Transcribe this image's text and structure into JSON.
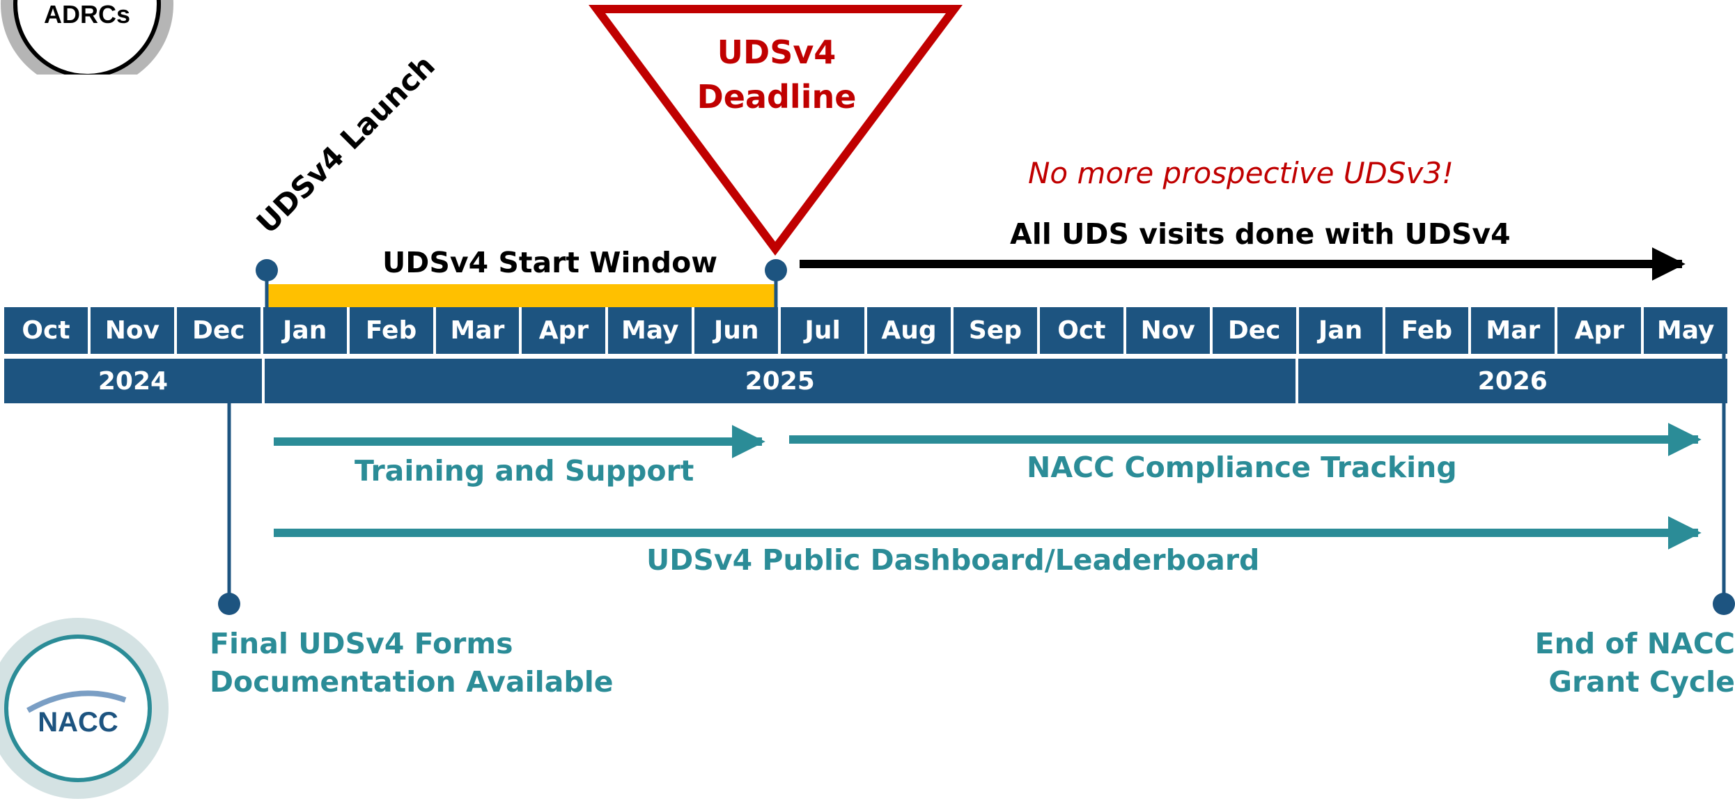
{
  "timeline": {
    "months": [
      "Oct",
      "Nov",
      "Dec",
      "Jan",
      "Feb",
      "Mar",
      "Apr",
      "May",
      "Jun",
      "Jul",
      "Aug",
      "Sep",
      "Oct",
      "Nov",
      "Dec",
      "Jan",
      "Feb",
      "Mar",
      "Apr",
      "May"
    ],
    "years": [
      {
        "label": "2024",
        "months_spanned": 3
      },
      {
        "label": "2025",
        "months_spanned": 12
      },
      {
        "label": "2026",
        "months_spanned": 5
      }
    ]
  },
  "milestones": {
    "launch": "UDSv4 Launch",
    "start_window": "UDSv4 Start Window",
    "deadline_line1": "UDSv4",
    "deadline_line2": "Deadline",
    "no_more_v3": "No more prospective UDSv3!",
    "all_visits": "All UDS visits done with UDSv4"
  },
  "activities": {
    "training": "Training and Support",
    "compliance": "NACC Compliance Tracking",
    "dashboard": "UDSv4 Public Dashboard/Leaderboard"
  },
  "events": {
    "final_forms_line1": "Final UDSv4 Forms",
    "final_forms_line2": "Documentation Available",
    "grant_end_line1": "End of NACC",
    "grant_end_line2": "Grant Cycle"
  },
  "badges": {
    "top": "ADRCs",
    "bottom": "NACC"
  },
  "colors": {
    "navy": "#1d5480",
    "teal": "#2b8c97",
    "gold": "#ffc000",
    "red": "#c00000"
  }
}
